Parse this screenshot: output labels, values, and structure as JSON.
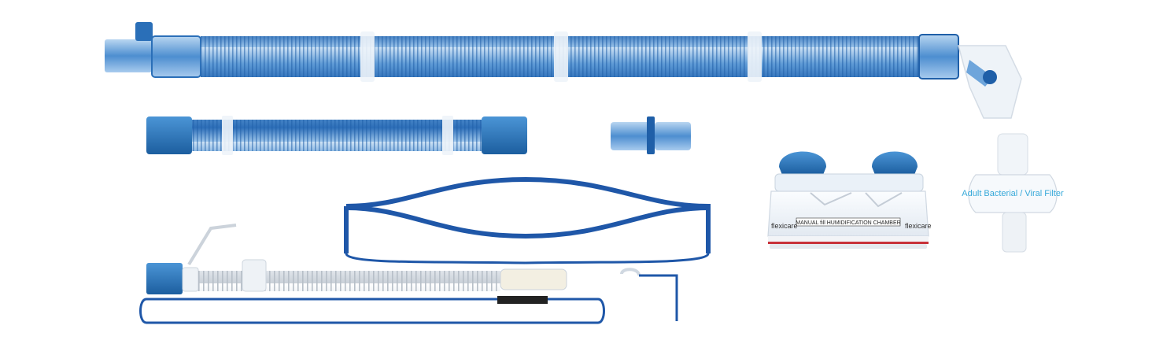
{
  "colors": {
    "tube_blue": "#3f7fc4",
    "tube_light": "#8dbce8",
    "tube_dark": "#1f5fa8",
    "strap_navy": "#1f57a8",
    "cap_blue": "#2e79c0",
    "label_cyan": "#37a9d9",
    "stripe_red": "#c8323a",
    "background": "#ffffff"
  },
  "chamber": {
    "brand_left": "flexicare",
    "brand_right": "flexicare",
    "band_text": "MANUAL fill HUMIDIFICATION CHAMBER"
  },
  "filter": {
    "label": "Adult Bacterial / Viral Filter"
  },
  "products": [
    {
      "name": "breathing-circuit-main-tube"
    },
    {
      "name": "short-corrugated-tube"
    },
    {
      "name": "straight-connector"
    },
    {
      "name": "humidification-chamber"
    },
    {
      "name": "bacterial-viral-filter"
    },
    {
      "name": "head-strap"
    },
    {
      "name": "closed-suction-catheter"
    }
  ]
}
